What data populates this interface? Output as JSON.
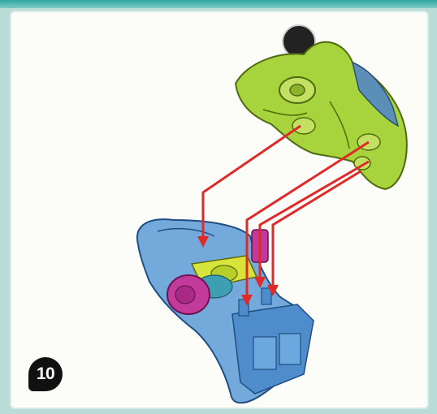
{
  "step": {
    "number": "10"
  },
  "colors": {
    "background": "#b9dcd6",
    "panel": "#fcfcf9",
    "green_part": "#a7d43c",
    "blue_part": "#5b9bd6",
    "magenta_part": "#c23a9a",
    "arrows": "#e02a2a",
    "badge": "#111111"
  },
  "parts": [
    {
      "name": "green-shell",
      "icon": "green-shell-part-icon"
    },
    {
      "name": "blue-housing",
      "icon": "blue-housing-part-icon"
    },
    {
      "name": "magenta-gear",
      "icon": "magenta-gear-icon"
    },
    {
      "name": "yellow-axle",
      "icon": "yellow-axle-icon"
    }
  ]
}
